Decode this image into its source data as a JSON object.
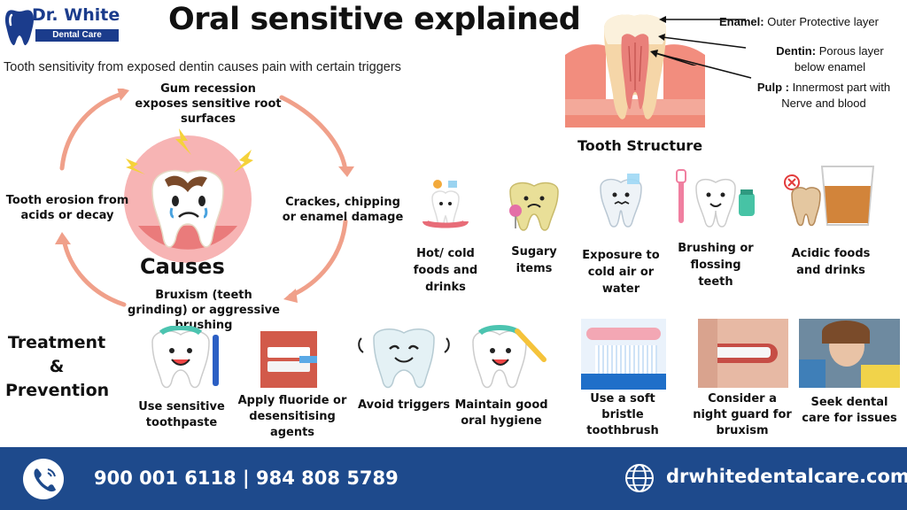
{
  "brand": {
    "name": "Dr. White",
    "tagline": "Dental Care",
    "colors": {
      "primary": "#1b3c8c",
      "footer": "#1e4a8c",
      "arrow": "#f0a08a",
      "gum": "#f28d7e"
    }
  },
  "title": "Oral sensitive explained",
  "subtitle": "Tooth sensitivity from exposed dentin causes pain with certain triggers",
  "structure": {
    "heading": "Tooth Structure",
    "layers": [
      {
        "term": "Enamel:",
        "desc": "Outer Protective layer"
      },
      {
        "term": "Dentin:",
        "desc": "Porous layer below enamel"
      },
      {
        "term": "Pulp :",
        "desc": "Innermost part with Nerve and blood"
      }
    ]
  },
  "causes": {
    "heading": "Causes",
    "items": [
      "Gum recession exposes sensitive root surfaces",
      "Crackes, chipping or enamel damage",
      "Bruxism (teeth grinding) or aggressive brushing",
      "Tooth erosion from acids or decay"
    ]
  },
  "triggers": [
    {
      "label": "Hot/ cold foods and drinks",
      "icon": "hot-cold-tooth-icon"
    },
    {
      "label": "Sugary items",
      "icon": "sugary-tooth-icon"
    },
    {
      "label": "Exposure to cold air or water",
      "icon": "cold-tooth-icon"
    },
    {
      "label": "Brushing or flossing teeth",
      "icon": "brushing-tooth-icon"
    },
    {
      "label": "Acidic foods and drinks",
      "icon": "acidic-drink-icon"
    }
  ],
  "treatment": {
    "heading_lines": [
      "Treatment",
      "&",
      "Prevention"
    ],
    "items": [
      {
        "label": "Use sensitive toothpaste",
        "icon": "toothpaste-tooth-icon"
      },
      {
        "label": "Apply fluoride or desensitising agents",
        "icon": "fluoride-teeth-icon"
      },
      {
        "label": "Avoid triggers",
        "icon": "happy-tooth-icon"
      },
      {
        "label": "Maintain good oral hygiene",
        "icon": "hygiene-tooth-icon"
      },
      {
        "label": "Use a soft bristle toothbrush",
        "icon": "toothbrush-icon"
      },
      {
        "label": "Consider a night guard for bruxism",
        "icon": "night-guard-icon"
      },
      {
        "label": "Seek dental care for issues",
        "icon": "dentist-visit-icon"
      }
    ]
  },
  "footer": {
    "phone": "900 001 6118 | 984 808 5789",
    "website": "drwhitedentalcare.com",
    "icons": [
      "phone-icon",
      "globe-icon"
    ]
  }
}
